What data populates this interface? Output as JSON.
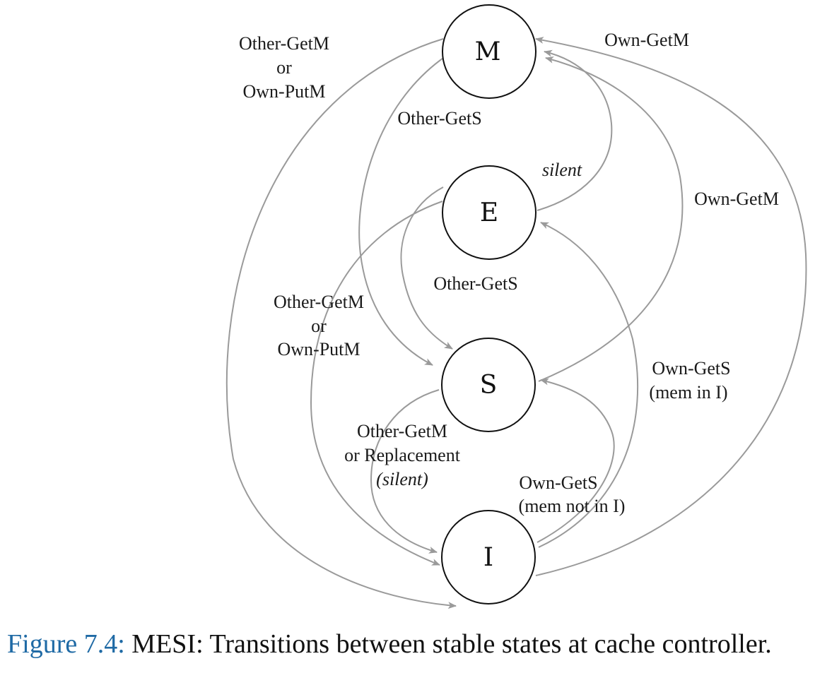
{
  "diagram": {
    "states": [
      {
        "id": "M",
        "label": "M"
      },
      {
        "id": "E",
        "label": "E"
      },
      {
        "id": "S",
        "label": "S"
      },
      {
        "id": "I",
        "label": "I"
      }
    ],
    "transitions": [
      {
        "id": "m_to_i",
        "from": "M",
        "to": "I",
        "lines": [
          "Other-GetM",
          "or",
          "Own-PutM"
        ]
      },
      {
        "id": "m_to_s",
        "from": "M",
        "to": "S",
        "lines": [
          "Other-GetS"
        ]
      },
      {
        "id": "e_to_m",
        "from": "E",
        "to": "M",
        "lines": [
          "silent"
        ],
        "italic": true
      },
      {
        "id": "s_to_m",
        "from": "S",
        "to": "M",
        "lines": [
          "Own-GetM"
        ]
      },
      {
        "id": "i_to_m",
        "from": "I",
        "to": "M",
        "lines": [
          "Own-GetM"
        ]
      },
      {
        "id": "e_to_s",
        "from": "E",
        "to": "S",
        "lines": [
          "Other-GetS"
        ]
      },
      {
        "id": "e_to_i",
        "from": "E",
        "to": "I",
        "lines": [
          "Other-GetM",
          "or",
          "Own-PutM"
        ]
      },
      {
        "id": "s_to_i",
        "from": "S",
        "to": "I",
        "lines": [
          "Other-GetM",
          "or Replacement",
          "(silent)"
        ]
      },
      {
        "id": "i_to_e",
        "from": "I",
        "to": "E",
        "lines": [
          "Own-GetS",
          "(mem in I)"
        ]
      },
      {
        "id": "i_to_s",
        "from": "I",
        "to": "S",
        "lines": [
          "Own-GetS",
          "(mem not in I)"
        ]
      }
    ],
    "colors": {
      "edge": "#9a9a9a",
      "node": "#111111",
      "caption_number": "#1f6aa5"
    }
  },
  "caption": {
    "number": "Figure 7.4:",
    "text": "MESI: Transitions between stable states at cache controller."
  }
}
